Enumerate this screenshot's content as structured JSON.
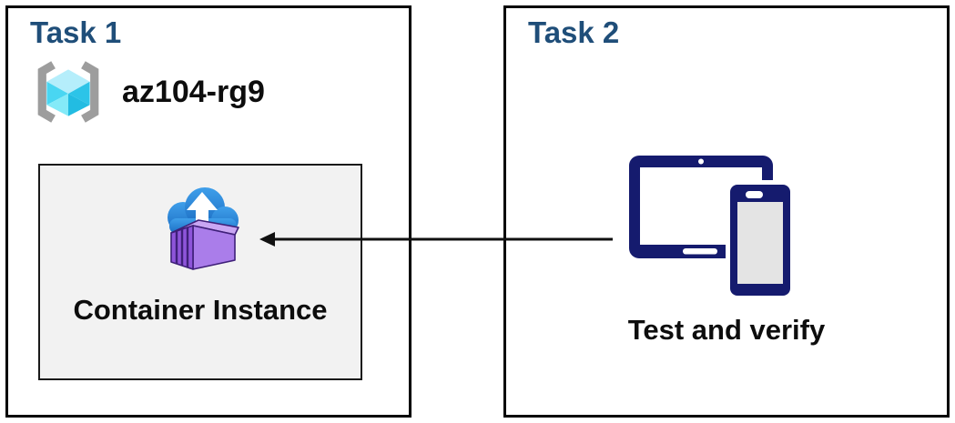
{
  "diagram": {
    "task1": {
      "title": "Task 1",
      "resource_group": {
        "name": "az104-rg9",
        "icon": "resource-group-icon"
      },
      "container_box": {
        "label": "Container Instance",
        "icon": "container-instance-icon"
      }
    },
    "task2": {
      "title": "Task 2",
      "devices": {
        "label": "Test and verify",
        "icon": "tablet-phone-icon"
      }
    },
    "arrow": {
      "from": "tablet-phone-icon",
      "to": "container-instance-box",
      "direction": "right-to-left"
    }
  },
  "colors": {
    "accent": "#1f4e79",
    "navy": "#151b6e",
    "ink": "#0d0d0d",
    "box_border": "#000000",
    "inner_bg": "#f2f2f2",
    "inner_border": "#1a1a1a",
    "cloud_blue_light": "#3f9fea",
    "cloud_blue_dark": "#1b6cc2",
    "container_purple_light": "#c9a6f3",
    "container_purple_mid": "#aa7dea",
    "container_purple_dark": "#8e55da",
    "container_outline": "#3f2079",
    "cube_cyan_top": "#b5eefb",
    "cube_cyan_left": "#49d6f2",
    "cube_cyan_left_low": "#84eaf8",
    "cube_cyan_right": "#2cc4e8",
    "cube_cyan_right_low": "#22bce2",
    "bracket_gray": "#9d9d9d",
    "phone_screen_gray": "#e4e4e4"
  }
}
